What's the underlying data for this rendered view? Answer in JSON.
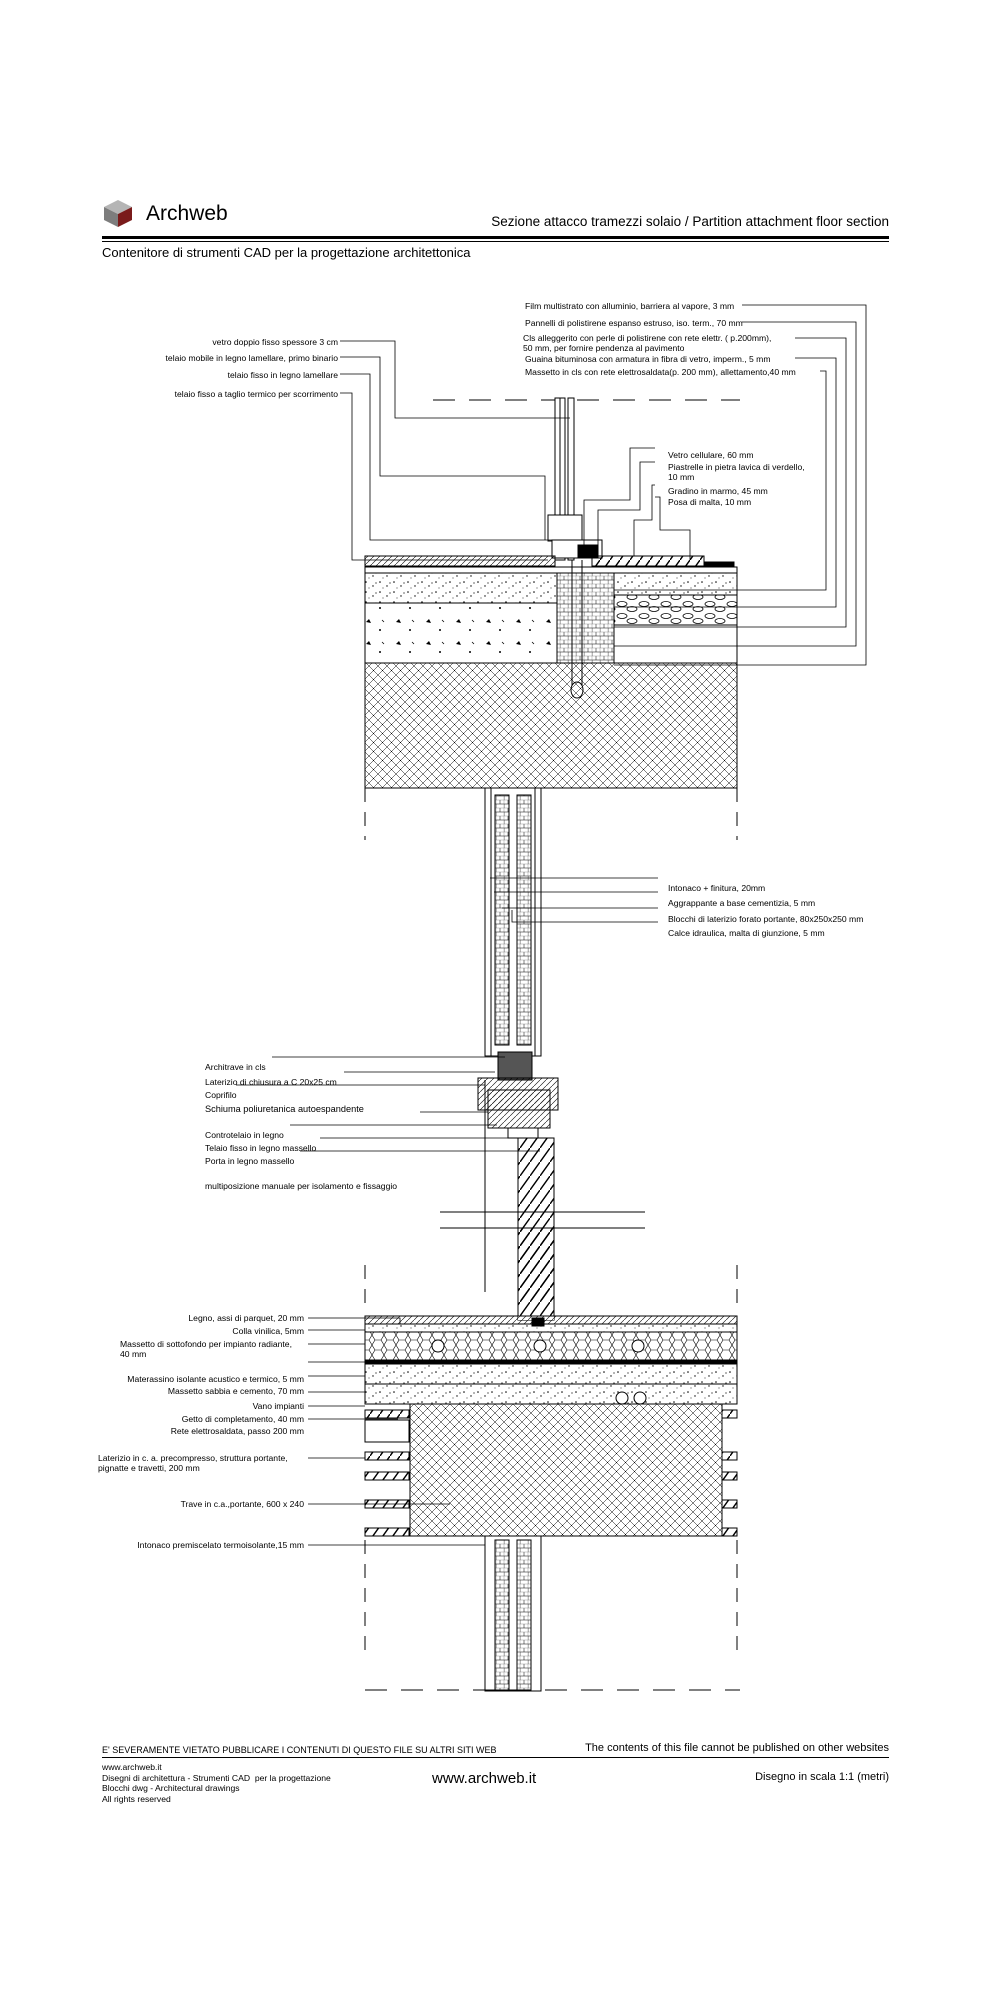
{
  "header": {
    "brand": "Archweb",
    "title": "Sezione attacco tramezzi solaio  /  Partition attachment floor section",
    "subtitle": "Contenitore di strumenti CAD per la progettazione architettonica"
  },
  "labels_top_left": [
    "vetro doppio fisso spessore 3 cm",
    "telaio mobile in legno lamellare, primo binario",
    "telaio fisso in legno lamellare",
    "telaio fisso a taglio termico per scorrimento"
  ],
  "labels_top_right": [
    "Film multistrato con alluminio, barriera al vapore, 3 mm",
    "Pannelli di polistirene espanso estruso, iso. term., 70 mm",
    "Cls alleggerito con perle di polistirene con rete elettr. ( p.200mm),\n50 mm, per fornire pendenza al pavimento",
    "Guaina bituminosa con armatura in fibra di vetro, imperm., 5 mm",
    "Massetto in cls con rete elettrosaldata(p. 200 mm), allettamento,40 mm"
  ],
  "labels_step": [
    "Vetro cellulare, 60 mm",
    "Piastrelle in pietra lavica di verdello,\n10 mm",
    "Gradino in marmo, 45 mm",
    "Posa di malta, 10 mm"
  ],
  "labels_wall": [
    "Intonaco + finitura, 20mm",
    "Aggrappante a base cementizia, 5 mm",
    "Blocchi di laterizio forato portante, 80x250x250 mm",
    "Calce idraulica, malta di giunzione, 5 mm"
  ],
  "labels_door": [
    "Architrave in cls",
    "Laterizio di chiusura a C 20x25 cm",
    "Coprifilo",
    "Schiuma poliuretanica autoespandente",
    "Controtelaio in legno",
    "Telaio fisso in legno massello",
    "Porta in legno massello",
    "multiposizione manuale per isolamento e fissaggio"
  ],
  "labels_floor": [
    "Legno, assi di parquet, 20 mm",
    "Colla vinilica, 5mm",
    "Massetto di sottofondo per impianto radiante,\n40 mm",
    "Materassino isolante acustico e termico, 5 mm",
    "Massetto sabbia e cemento, 70 mm",
    "Vano impianti",
    "Getto di completamento, 40 mm",
    "Rete elettrosaldata, passo 200 mm",
    "Laterizio in c. a. precompresso, struttura portante,\npignatte e travetti, 200 mm",
    "Trave in c.a.,portante, 600 x 240",
    "Intonaco premiscelato termoisolante,15 mm"
  ],
  "footer": {
    "warning_it": "E' SEVERAMENTE VIETATO PUBBLICARE I CONTENUTI DI QUESTO FILE SU ALTRI SITI WEB",
    "warning_en": "The contents of this file cannot be published on other websites",
    "info": "www.archweb.it\nDisegni di architettura - Strumenti CAD  per la progettazione\nBlocchi dwg - Architectural drawings\nAll rights reserved",
    "url": "www.archweb.it",
    "scale": "Disegno in scala 1:1 (metri)"
  },
  "colors": {
    "logo_dark": "#7a1b1b",
    "logo_grey": "#8c8c8c",
    "line": "#000000"
  }
}
